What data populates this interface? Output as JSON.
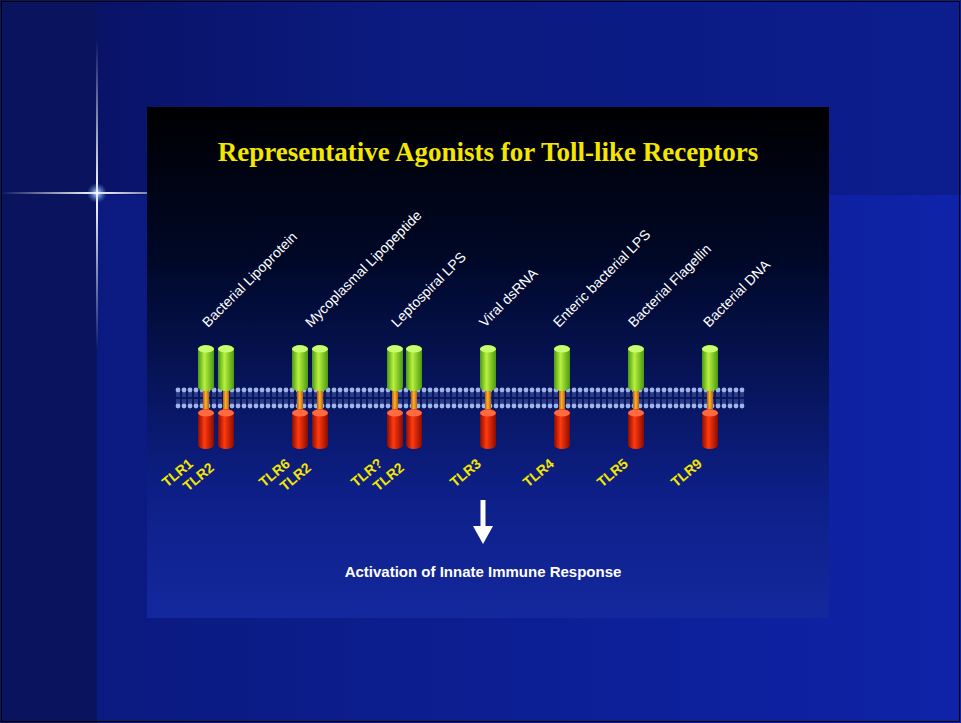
{
  "diagram": {
    "title": "Representative Agonists for Toll-like Receptors",
    "labels": [
      "Bacterial Lipoprotein",
      "Mycoplasmal Lipopeptide",
      "Leptospiral LPS",
      "Viral dsRNA",
      "Enteric bacterial LPS",
      "Bacterial Flagellin",
      "Bacterial DNA",
      "TLR1",
      "TLR2",
      "TLR6",
      "TLR2",
      "TLR?",
      "TLR2",
      "TLR3",
      "TLR4",
      "TLR5",
      "TLR9",
      "Activation of Innate Immune Response"
    ]
  }
}
